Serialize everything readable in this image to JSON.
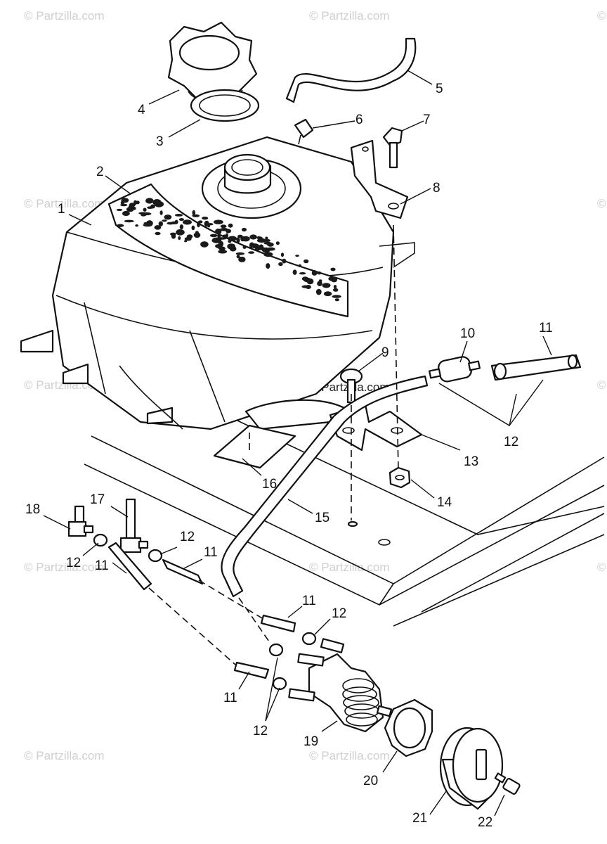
{
  "watermark": "© Partzilla.com",
  "callouts": {
    "c1": "1",
    "c2": "2",
    "c3": "3",
    "c4": "4",
    "c5": "5",
    "c6": "6",
    "c7": "7",
    "c8": "8",
    "c9": "9",
    "c10": "10",
    "c11": "11",
    "c12": "12",
    "c13": "13",
    "c14": "14",
    "c15": "15",
    "c16": "16",
    "c17": "17",
    "c18": "18",
    "c19": "19",
    "c20": "20",
    "c21": "21",
    "c22": "22"
  }
}
